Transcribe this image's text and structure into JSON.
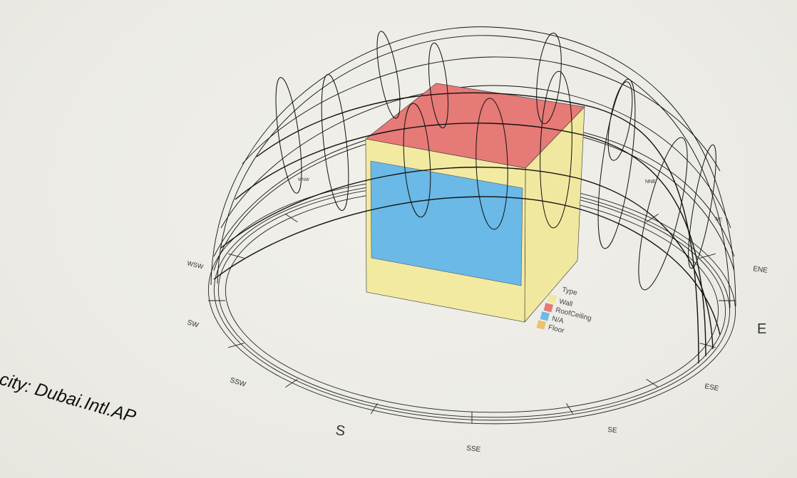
{
  "city": "city: Dubai.Intl.AP",
  "compass": {
    "E": "E",
    "ENE": "ENE",
    "ESE": "ESE",
    "SE": "SE",
    "SSE": "SSE",
    "S": "S",
    "SSW": "SSW",
    "SW": "SW",
    "WSW": "WSW",
    "NE": "NE",
    "NNE": "NNE",
    "WNW": "WNW"
  },
  "legend": {
    "title": "Type",
    "items": [
      {
        "label": "Wall",
        "color": "#f1e8a0"
      },
      {
        "label": "RoofCeiling",
        "color": "#e37b78"
      },
      {
        "label": "N/A",
        "color": "#6bbbe6"
      },
      {
        "label": "Floor",
        "color": "#f0c070"
      }
    ]
  },
  "colors": {
    "wall": "#f1e8a0",
    "roof": "#e57a77",
    "window": "#6ab9e7",
    "floor": "#f0c070",
    "line": "#111111"
  }
}
